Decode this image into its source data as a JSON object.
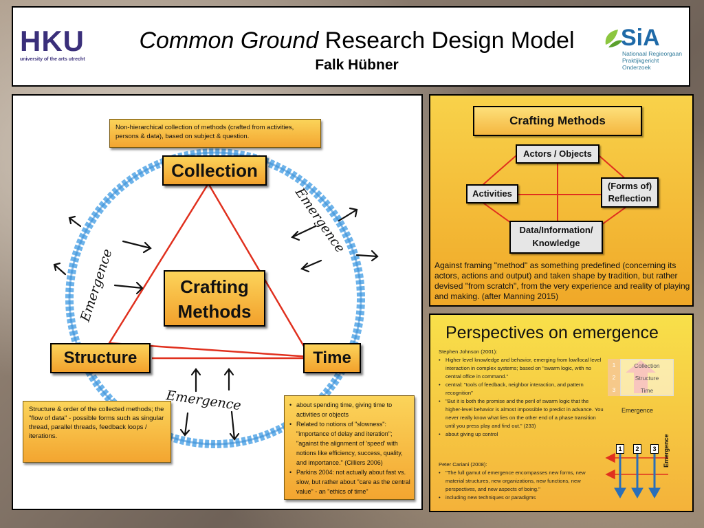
{
  "header": {
    "logo_left": "HKU",
    "logo_left_sub": "university of the arts utrecht",
    "title_italic": "Common Ground",
    "title_rest": " Research Design Model",
    "author": "Falk Hübner",
    "logo_right": "SiA",
    "logo_right_line1": "Nationaal Regieorgaan",
    "logo_right_line2": "Praktijkgericht Onderzoek"
  },
  "main": {
    "collection_note": "Non-hierarchical collection of methods (crafted from activities, persons & data), based on subject & question.",
    "collection": "Collection",
    "center_line1": "Crafting",
    "center_line2": "Methods",
    "structure": "Structure",
    "time": "Time",
    "emergence": "Emergence",
    "structure_note": "Structure & order of the collected methods; the \"flow of data\" - possible forms such as singular thread, parallel threads, feedback loops / iterations.",
    "time_notes": [
      "about spending time, giving time to activities or objects",
      "Related to notions of \"slowness\": \"importance of delay and iteration\"; \"against the alignment of 'speed' with notions like efficiency, success, quality, and importance.\" (Cilliers 2006)",
      "Parkins 2004: not actually about fast vs. slow, but rather about \"care as the central value\" - an \"ethics of time\""
    ]
  },
  "craft": {
    "title": "Crafting Methods",
    "actors": "Actors / Objects",
    "activities": "Activities",
    "reflection": "(Forms of) Reflection",
    "data": "Data/Information/ Knowledge",
    "text": "Against framing \"method\" as something predefined (concerning its actors, actions and output) and taken shape by tradition, but rather devised \"from scratch\", from the very experience and reality of playing and making. (after Manning 2015)"
  },
  "emer": {
    "title": "Perspectives on emergence",
    "johnson_head": "Stephen Johnson (2001):",
    "johnson": [
      "Higher level knowledge and behavior, emerging from low/local level interaction in complex systems; based on \"swarm logic, with no central office in command.\"",
      "central: \"tools of feedback, neighbor interaction, and pattern recognition\"",
      "\"But it is both the promise and the peril of swarm logic that the higher-level behavior is almost impossible to predict in advance. You never really know what lies on the other end of a phase transition until you press play and find out.\" (233)",
      "about giving up control"
    ],
    "cariani_head": "Peter Cariani (2008):",
    "cariani": [
      "\"The full gamut of emergence encompasses new forms, new material structures, new organizations, new functions, new perspectives, and new aspects of boing.\"",
      "including new techniques or paradigms"
    ],
    "table_nums": [
      "1",
      "2",
      "3"
    ],
    "table_items": [
      "Collection",
      "Structure",
      "Time"
    ],
    "table_caption": "Emergence",
    "col_nums": [
      "1",
      "2",
      "3"
    ],
    "side_label": "Emergence"
  },
  "colors": {
    "accent": "#f3a530",
    "ring": "#5aa8e6",
    "line": "#e0301e",
    "arrow": "#2a6fb8"
  }
}
